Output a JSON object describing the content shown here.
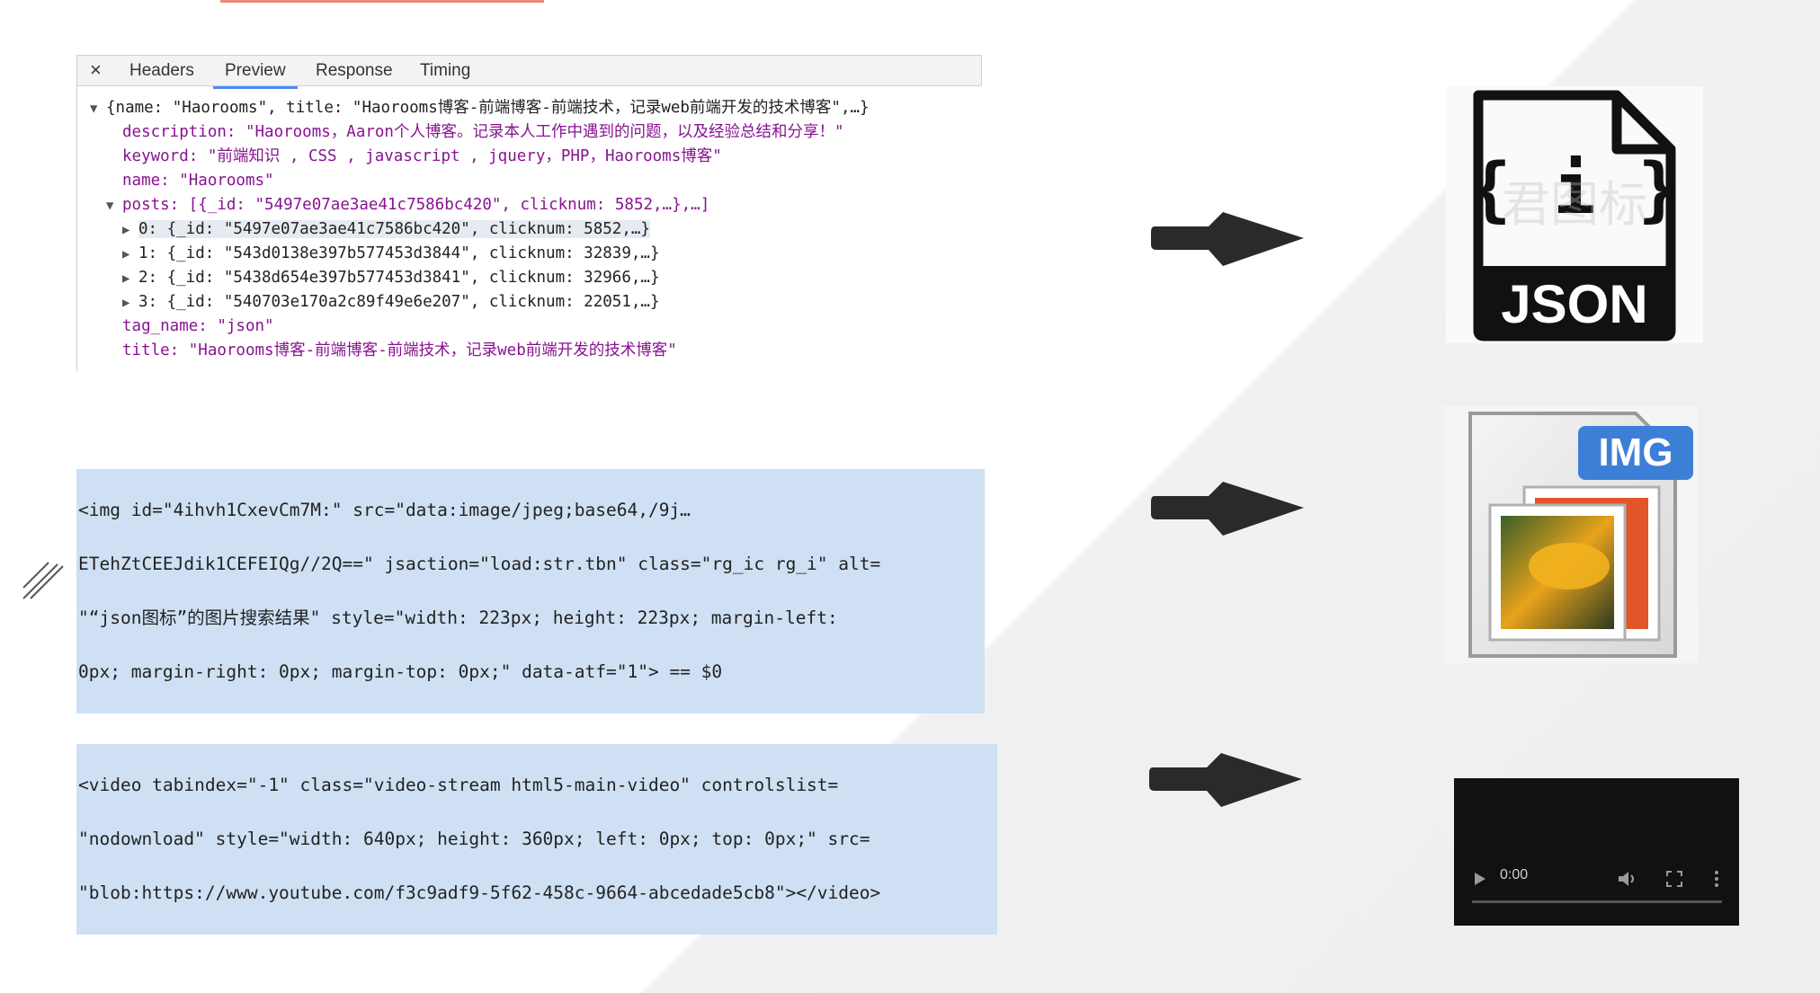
{
  "devtools": {
    "close_icon": "×",
    "tabs": [
      "Headers",
      "Preview",
      "Response",
      "Timing"
    ],
    "active_tab": "Preview",
    "tree": [
      "{name: \"Haorooms\", title: \"Haorooms博客-前端博客-前端技术，记录web前端开发的技术博客\",…}",
      "description: \"Haorooms，Aaron个人博客。记录本人工作中遇到的问题，以及经验总结和分享！\"",
      "keyword: \"前端知识 , CSS , javascript , jquery，PHP，Haorooms博客\"",
      "name: \"Haorooms\"",
      "posts: [{_id: \"5497e07ae3ae41c7586bc420\", clicknum: 5852,…},…]",
      "0: {_id: \"5497e07ae3ae41c7586bc420\", clicknum: 5852,…}",
      "1: {_id: \"543d0138e397b577453d3844\", clicknum: 32839,…}",
      "2: {_id: \"5438d654e397b577453d3841\", clicknum: 32966,…}",
      "3: {_id: \"540703e170a2c89f49e6e207\", clicknum: 22051,…}",
      "tag_name: \"json\"",
      "title: \"Haorooms博客-前端博客-前端技术，记录web前端开发的技术博客\""
    ]
  },
  "img_code": [
    "<img id=\"4ihvh1CxevCm7M:\" src=\"data:image/jpeg;base64,/9j…",
    "ETehZtCEEJdik1CEFEIQg//2Q==\" jsaction=\"load:str.tbn\" class=\"rg_ic rg_i\" alt=",
    "\"“json图标”的图片搜索结果\" style=\"width: 223px; height: 223px; margin-left:",
    "0px; margin-right: 0px; margin-top: 0px;\" data-atf=\"1\"> == $0"
  ],
  "video_code": [
    "<video tabindex=\"-1\" class=\"video-stream html5-main-video\" controlslist=",
    "\"nodownload\" style=\"width: 640px; height: 360px; left: 0px; top: 0px;\" src=",
    "\"blob:https://www.youtube.com/f3c9adf9-5f62-458c-9664-abcedade5cb8\"></video>"
  ],
  "icons": {
    "json_icon_label": "JSON",
    "json_braces": "{ i }",
    "img_badge": "IMG",
    "watermark": "君图标"
  },
  "video_player": {
    "time": "0:00",
    "icons": [
      "play-icon",
      "volume-icon",
      "fullscreen-icon",
      "more-icon"
    ]
  },
  "colors": {
    "code_highlight": "#cfe0f4",
    "tab_underline": "#4a8af4",
    "img_badge": "#3d7fd6",
    "arrow": "#2a2a2a"
  }
}
